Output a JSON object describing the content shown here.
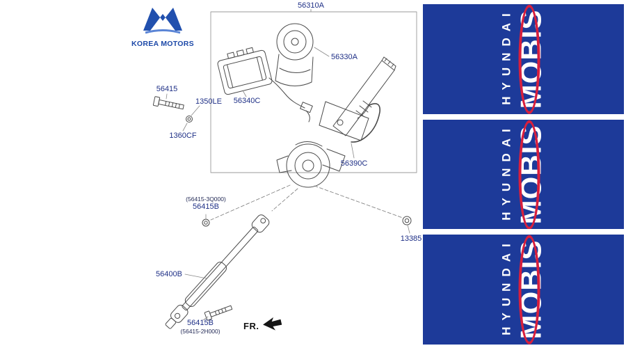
{
  "colors": {
    "banner_bg": "#1d3a99",
    "mobis_red": "#d81f3d",
    "label_color": "#1e2f86",
    "logo_blue": "#1d49a8",
    "line_color": "#4a4a4a"
  },
  "branding": {
    "korea_motors_label": "KOREA MOTORS"
  },
  "banner": {
    "hyundai": "HYUNDAI",
    "mobis": "MOBIS"
  },
  "diagram": {
    "fr_label": "FR.",
    "labels": {
      "p56310a": "56310A",
      "p56330a": "56330A",
      "p56340c": "56340C",
      "p56415": "56415",
      "p1350le": "1350LE",
      "p1360cf": "1360CF",
      "p56390c": "56390C",
      "p56415b_top_code": "(56415-3Q000)",
      "p56415b_top": "56415B",
      "p13385": "13385",
      "p56400b": "56400B",
      "p56415b_bottom": "56415B",
      "p56415b_bottom_code": "(56415-2H000)"
    }
  }
}
